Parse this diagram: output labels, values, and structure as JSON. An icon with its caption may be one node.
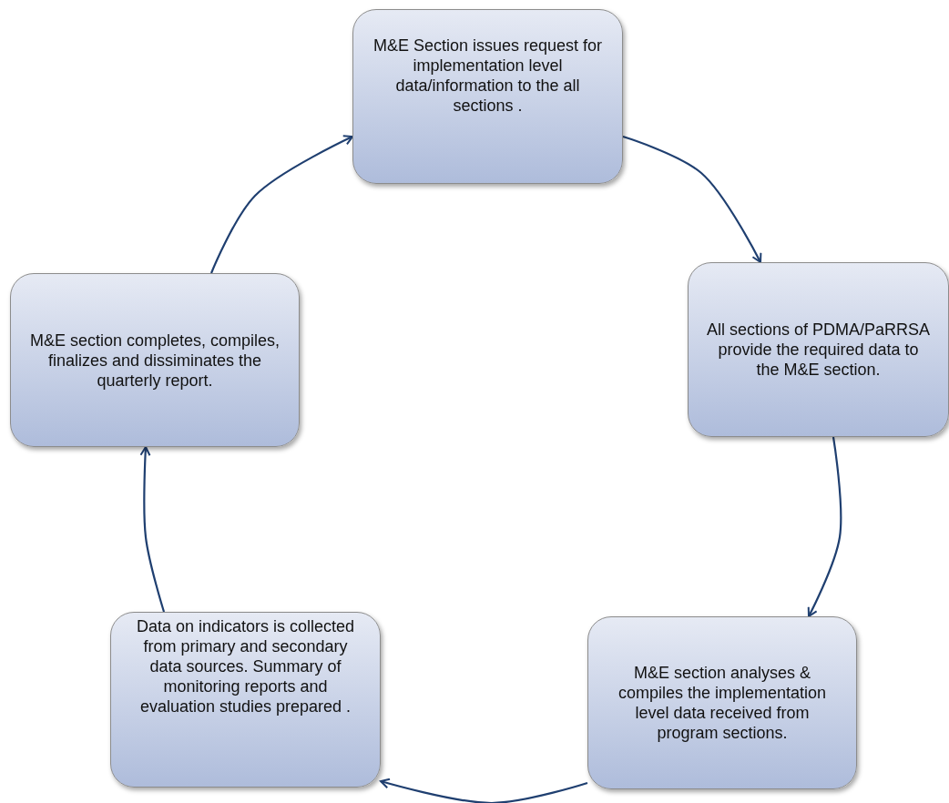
{
  "diagram": {
    "nodes": [
      {
        "text": [
          "M&E Section issues request for implementation level data/information to the all sections ."
        ]
      },
      {
        "text": [
          "All sections of PDMA/PaRRSA provide the required data to the M&E section."
        ]
      },
      {
        "text": [
          "M&E section analyses & compiles the implementation level data received from program sections."
        ]
      },
      {
        "text": [
          "Data on indicators is collected from primary and secondary data sources. Summary of monitoring reports and evaluation studies prepared ."
        ]
      },
      {
        "text": [
          "M&E section completes, compiles, finalizes and dissiminates the quarterly report."
        ]
      }
    ],
    "edges": [
      {
        "from": 0,
        "to": 1,
        "arrow": "to"
      },
      {
        "from": 1,
        "to": 2,
        "arrow": "to"
      },
      {
        "from": 2,
        "to": 3,
        "arrow": "to"
      },
      {
        "from": 3,
        "to": 4,
        "arrow": "to"
      },
      {
        "from": 4,
        "to": 0,
        "arrow": "to"
      }
    ]
  }
}
